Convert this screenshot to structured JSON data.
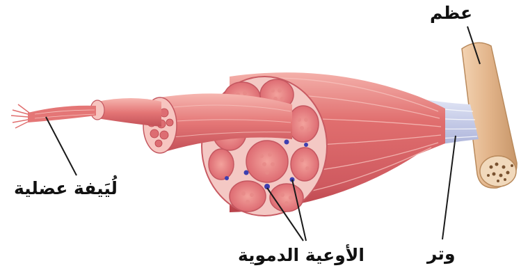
{
  "labels": {
    "bone": "عظم",
    "muscle_fiber": "لُيَيفة عضلية",
    "blood_vessels": "الأوعية الدموية",
    "tendon": "وتر"
  },
  "colors": {
    "muscle": "#e06e6e",
    "muscle_light": "#f2a8a4",
    "muscle_dark": "#b8424a",
    "perimysium": "#f6d0cc",
    "vessel": "#3d3fb0",
    "tendon": "#c9cfe8",
    "bone": "#e8c09a",
    "bone_dark": "#b98a5c",
    "leader_line": "#1a1a1a"
  }
}
